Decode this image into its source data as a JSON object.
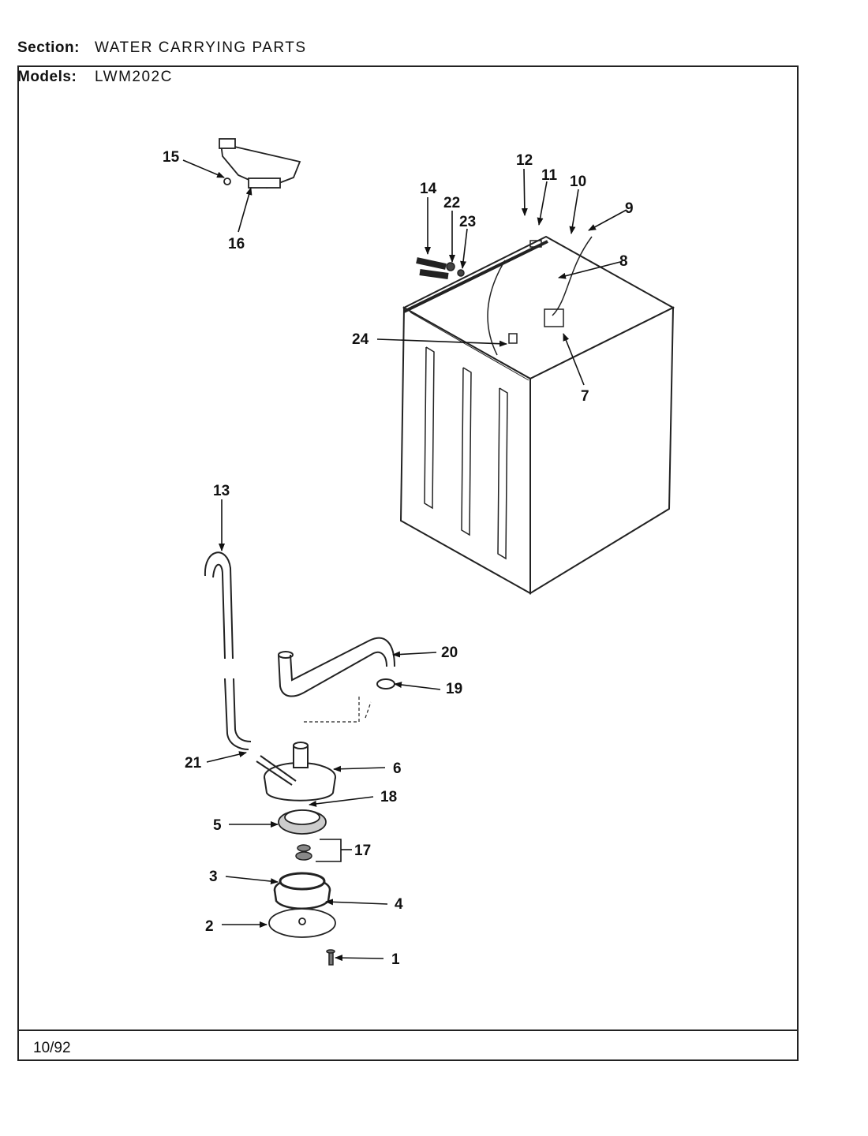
{
  "header": {
    "section_label": "Section:",
    "section_value": "WATER CARRYING PARTS",
    "models_label": "Models:",
    "models_value": "LWM202C"
  },
  "footer": {
    "date": "10/92"
  },
  "callouts": {
    "c1": "1",
    "c2": "2",
    "c3": "3",
    "c4": "4",
    "c5": "5",
    "c6": "6",
    "c7": "7",
    "c8": "8",
    "c9": "9",
    "c10": "10",
    "c11": "11",
    "c12": "12",
    "c13": "13",
    "c14": "14",
    "c15": "15",
    "c16": "16",
    "c17": "17",
    "c18": "18",
    "c19": "19",
    "c20": "20",
    "c21": "21",
    "c22": "22",
    "c23": "23",
    "c24": "24"
  }
}
